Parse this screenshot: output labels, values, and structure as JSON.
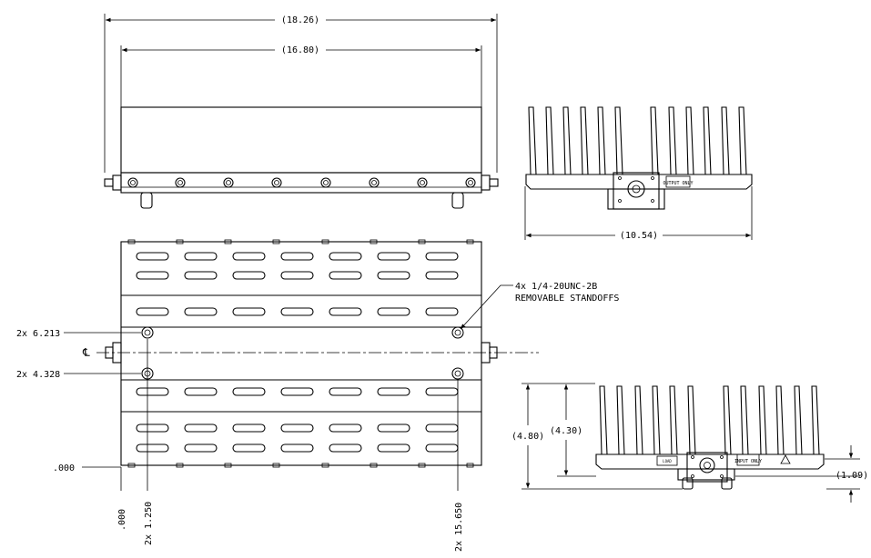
{
  "front_view": {
    "overall_length": "(18.26)",
    "body_length": "(16.80)"
  },
  "end_view_top": {
    "width": "(10.54)",
    "output_label": "OUTPUT ONLY"
  },
  "plan_view": {
    "standoff_note_line1": "4x  1/4-20UNC-2B",
    "standoff_note_line2": "REMOVABLE STANDOFFS",
    "centerline_symbol": "℄",
    "y_dims": [
      "2x  6.213",
      "2x  4.328",
      ".000"
    ],
    "x_dims": [
      ".000",
      "2x  1.250",
      "2x  15.650"
    ]
  },
  "end_view_bottom": {
    "overall_height": "(4.80)",
    "fin_height": "(4.30)",
    "base_height": "(1.09)",
    "input_label": "INPUT ONLY",
    "load_label": "LOAD"
  }
}
